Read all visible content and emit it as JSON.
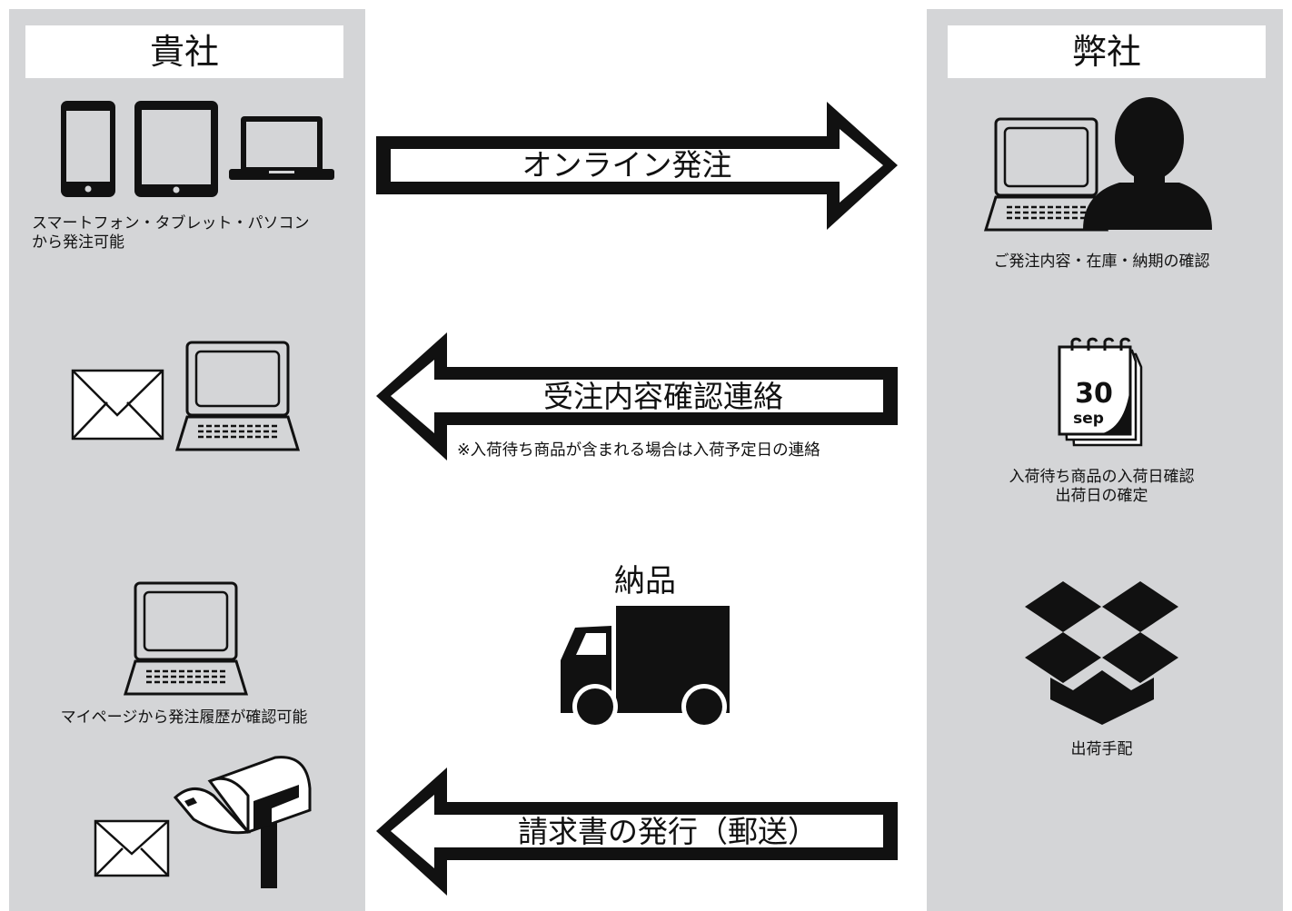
{
  "left_panel": {
    "title": "貴社",
    "devices_caption_line1": "スマートフォン・タブレット・パソコン",
    "devices_caption_line2": "から発注可能",
    "mypage_caption": "マイページから発注履歴が確認可能"
  },
  "right_panel": {
    "title": "弊社",
    "confirm_caption": "ご発注内容・在庫・納期の確認",
    "calendar_day": "30",
    "calendar_month": "sep",
    "schedule_caption_line1": "入荷待ち商品の入荷日確認",
    "schedule_caption_line2": "出荷日の確定",
    "shipping_caption": "出荷手配"
  },
  "flow": {
    "online_order": "オンライン発注",
    "order_confirmation": "受注内容確認連絡",
    "order_note": "※入荷待ち商品が含まれる場合は入荷予定日の連絡",
    "delivery": "納品",
    "invoice": "請求書の発行（郵送）"
  }
}
